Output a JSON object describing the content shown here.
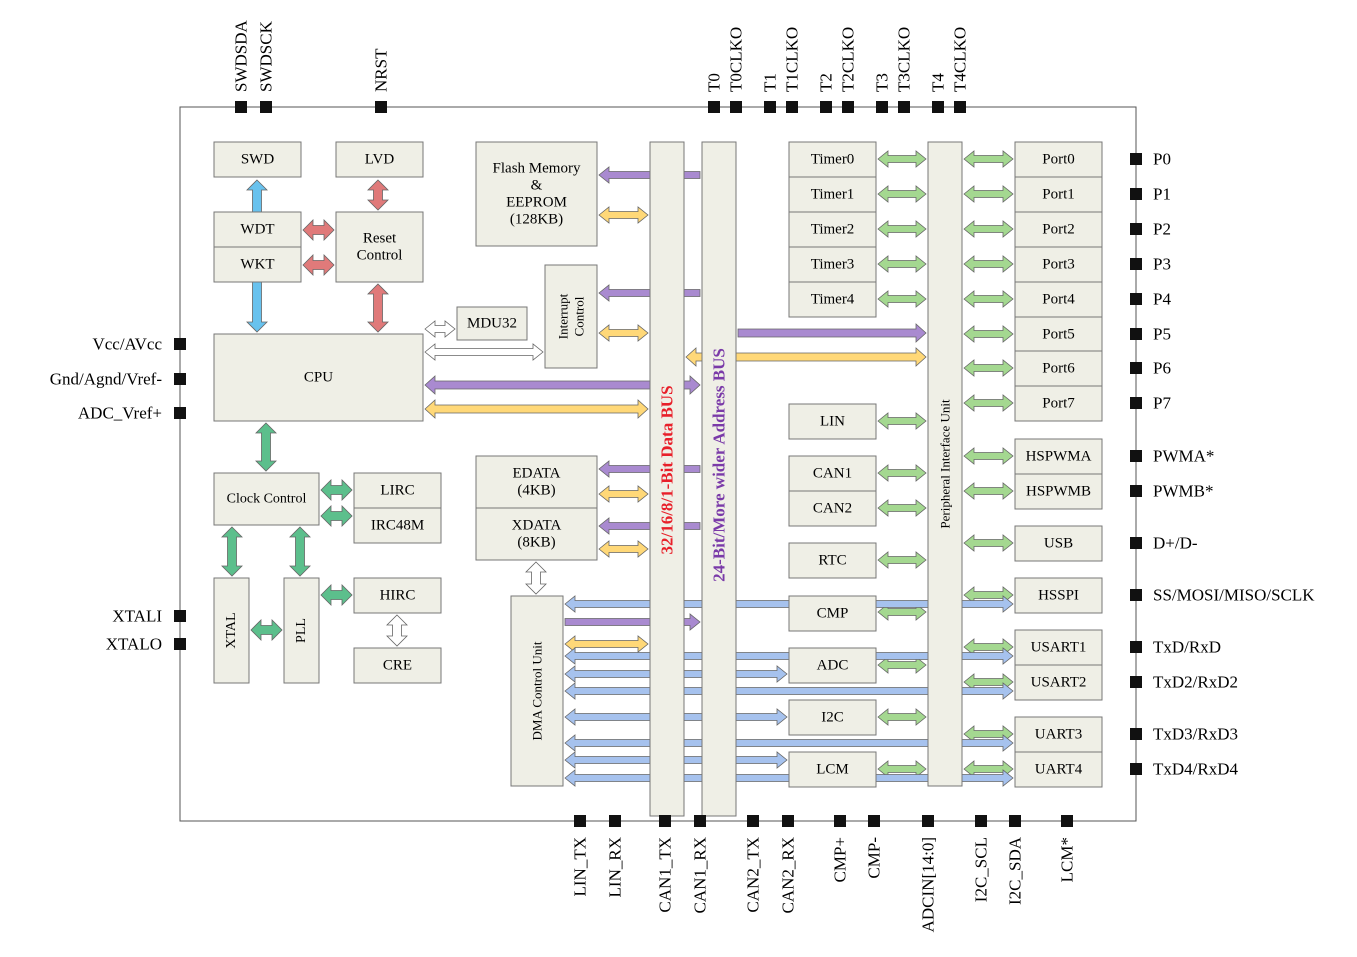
{
  "diagram": {
    "top_pins": [
      "SWDSDA",
      "SWDSCK",
      "NRST",
      "T0",
      "T0CLKO",
      "T1",
      "T1CLKO",
      "T2",
      "T2CLKO",
      "T3",
      "T3CLKO",
      "T4",
      "T4CLKO"
    ],
    "left_pins": [
      "Vcc/AVcc",
      "Gnd/Agnd/Vref-",
      "ADC_Vref+",
      "XTALI",
      "XTALO"
    ],
    "right_pins": [
      "P0",
      "P1",
      "P2",
      "P3",
      "P4",
      "P5",
      "P6",
      "P7",
      "PWMA*",
      "PWMB*",
      "D+/D-",
      "SS/MOSI/MISO/SCLK",
      "TxD/RxD",
      "TxD2/RxD2",
      "TxD3/RxD3",
      "TxD4/RxD4"
    ],
    "bottom_pins": [
      "LIN_TX",
      "LIN_RX",
      "CAN1_TX",
      "CAN1_RX",
      "CAN2_TX",
      "CAN2_RX",
      "CMP+",
      "CMP-",
      "ADCIN[14:0]",
      "I2C_SCL",
      "I2C_SDA",
      "LCM*"
    ],
    "blocks": {
      "swd": "SWD",
      "lvd": "LVD",
      "wdt": "WDT",
      "wkt": "WKT",
      "reset_l1": "Reset",
      "reset_l2": "Control",
      "mdu32": "MDU32",
      "cpu": "CPU",
      "int_l1": "Interrupt",
      "int_l2": "Control",
      "flash_l1": "Flash Memory",
      "flash_l2": "&",
      "flash_l3": "EEPROM",
      "flash_l4": "(128KB)",
      "edata_l1": "EDATA",
      "edata_l2": "(4KB)",
      "xdata_l1": "XDATA",
      "xdata_l2": "(8KB)",
      "clock": "Clock Control",
      "lirc": "LIRC",
      "irc48m": "IRC48M",
      "hirc": "HIRC",
      "cre": "CRE",
      "xtal": "XTAL",
      "pll": "PLL",
      "dma": "DMA Control Unit",
      "data_bus": "32/16/8/1-Bit Data BUS",
      "addr_bus": "24-Bit/More wider Address BUS",
      "piu": "Peripheral Interface Unit",
      "timers": [
        "Timer0",
        "Timer1",
        "Timer2",
        "Timer3",
        "Timer4"
      ],
      "ports": [
        "Port0",
        "Port1",
        "Port2",
        "Port3",
        "Port4",
        "Port5",
        "Port6",
        "Port7"
      ],
      "lin": "LIN",
      "can1": "CAN1",
      "can2": "CAN2",
      "rtc": "RTC",
      "cmp": "CMP",
      "adc": "ADC",
      "i2c": "I2C",
      "lcm": "LCM",
      "hspwma": "HSPWMA",
      "hspwmb": "HSPWMB",
      "usb": "USB",
      "hsspi": "HSSPI",
      "usart1": "USART1",
      "usart2": "USART2",
      "uart3": "UART3",
      "uart4": "UART4"
    },
    "colors": {
      "block_fill": "#efefe6",
      "data_bus_text": "#e8202a",
      "addr_bus_text": "#7a3aa8",
      "purple": "#a98ad0",
      "yellow": "#ffd878",
      "green": "#a4d890",
      "blue": "#a6c2ee",
      "red": "#e07a7a",
      "teal": "#5cbf8c",
      "cyan": "#68c2ee",
      "white_arrow": "#ffffff"
    }
  }
}
